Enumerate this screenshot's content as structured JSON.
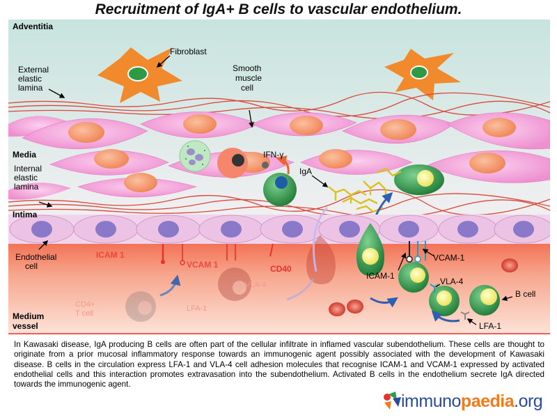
{
  "title": "Recruitment of IgA+ B cells to vascular endothelium.",
  "layers": {
    "adventitia": "Adventitia",
    "media": "Media",
    "intima": "Intima",
    "medium_vessel": [
      "Medium",
      "vessel"
    ]
  },
  "labels": {
    "fibroblast": "Fibroblast",
    "external_elastic_lamina": [
      "External",
      "elastic",
      "lamina"
    ],
    "smooth_muscle_cell": [
      "Smooth",
      "muscle",
      "cell"
    ],
    "internal_elastic_lamina": [
      "Internal",
      "elastic",
      "lamina"
    ],
    "endothelial_cell": [
      "Endothelial",
      "cell"
    ],
    "ifn_gamma": "IFN-γ",
    "iga": "IgA",
    "icam1_faint": "ICAM 1",
    "vcam1_faint": "VCAM 1",
    "vla4_faint": "VLA-4",
    "cd40": "CD40",
    "lfa1_faint": "LFA-1",
    "cd4_t_cell": [
      "CD4+",
      "T cell"
    ],
    "icam1": "ICAM-1",
    "vcam1": "VCAM-1",
    "vla4": "VLA-4",
    "b_cell": "B cell",
    "lfa1": "LFA-1"
  },
  "caption": "In Kawasaki disease, IgA producing B cells are often part of the cellular infiltrate in inflamed vascular subendothelium. These cells are thought to originate from a prior mucosal inflammatory response towards an immunogenic agent possibly associated with the development of Kawasaki disease. B cells in the circulation express LFA-1 and VLA-4 cell adhesion molecules that recognise ICAM-1 and VCAM-1 expressed by activated endothelial cells and this interaction promotes extravasation into the subendothelium. Activated B cells in the endothelium secrete IgA directed towards the immunogenic agent.",
  "logo": {
    "part1": "immuno",
    "part2": "paedia",
    "part3": ".org"
  },
  "colors": {
    "adventitia": "#d4ebe6",
    "muscle": "#f4a6d7",
    "muscle_nucleus": "#f28b5c",
    "endothelium": "#e9bfe2",
    "endothelial_nucleus": "#8a78c9",
    "lumen": "#f26a4f",
    "b_cell": "#2f9a46",
    "label_red": "#e8322b",
    "logo_orange": "#f07c1e",
    "logo_blue": "#2a4c9b"
  }
}
